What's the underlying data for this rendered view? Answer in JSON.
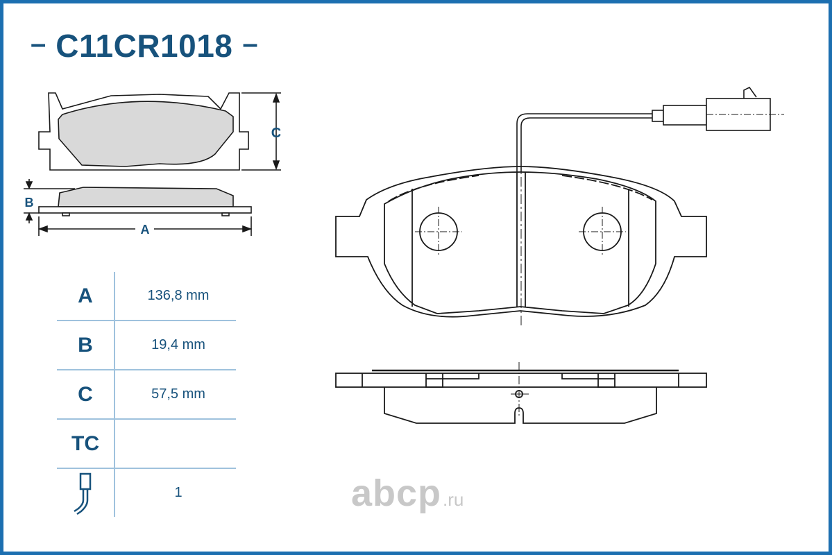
{
  "title": {
    "dash": "–",
    "part_number": "C11CR1018"
  },
  "dimension_labels": {
    "a": "A",
    "b": "B",
    "c": "C"
  },
  "specs": [
    {
      "key": "A",
      "value": "136,8 mm"
    },
    {
      "key": "B",
      "value": "19,4 mm"
    },
    {
      "key": "C",
      "value": "57,5 mm"
    },
    {
      "key": "TC",
      "value": ""
    },
    {
      "key_icon": "wear-sensor-icon",
      "value": "1"
    }
  ],
  "watermark": {
    "main": "abcp",
    "tld": ".ru"
  },
  "colors": {
    "border": "#1c6fb0",
    "brand_text": "#17527c",
    "pad_fill": "#d9d9d9",
    "line": "#1a1a1a",
    "grid_line": "#9fc2dd"
  }
}
